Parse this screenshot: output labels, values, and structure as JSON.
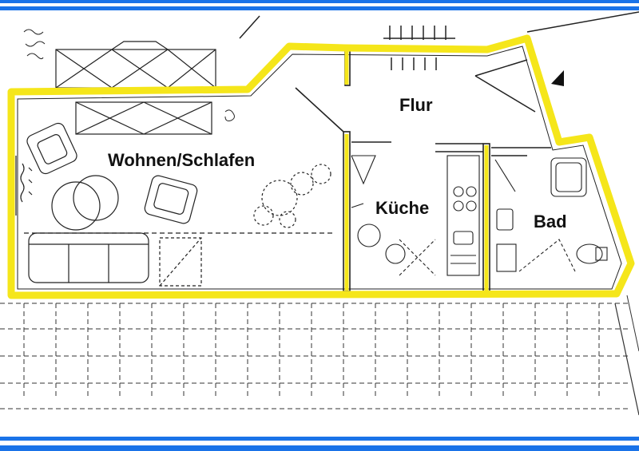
{
  "rooms": {
    "living": "Wohnen/Schlafen",
    "hall": "Flur",
    "kitchen": "Küche",
    "bath": "Bad"
  },
  "colors": {
    "frame": "#1a73e8",
    "wall_highlight": "#f5e61a",
    "line": "#222222",
    "background": "#ffffff"
  }
}
